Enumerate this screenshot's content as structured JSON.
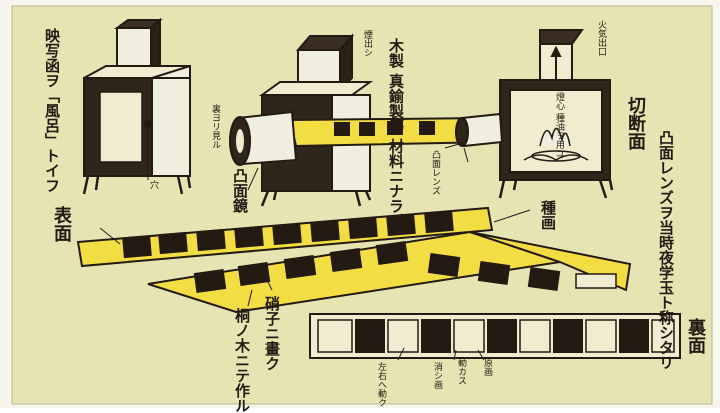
{
  "colors": {
    "paper": "#e7e4b4",
    "ink": "#231a12",
    "yellow": "#f2dd43",
    "window": "#c8c49a"
  },
  "labels": {
    "magic_lantern_box": "映写函ヲ「風呂」トイフ",
    "view_from_back": "裏ヨリ見ル",
    "hole": "穴",
    "convex_mirror": "凸面鏡",
    "chimney": "煙出シ",
    "material": "木製 真鍮製等 材料ニナラズ",
    "smoke_exit": "火気出口",
    "cross_section": "切断面",
    "wick_oil": "燈心 種油ヲ用ユ",
    "convex_lens": "凸面レンズ",
    "lens_note": "凸面レンズヲ当時夜学玉ト称シタリ",
    "slide_frame": "種画",
    "front_side": "表面",
    "paulownia_wood": "桐ノ木ニテ作ル",
    "glass_painting": "硝子ニ畫ク",
    "back_side": "裏面",
    "move_left_right": "左右へ動ク",
    "erasing_picture": "消シ画",
    "moving_part": "動カス",
    "original_picture": "原画"
  }
}
